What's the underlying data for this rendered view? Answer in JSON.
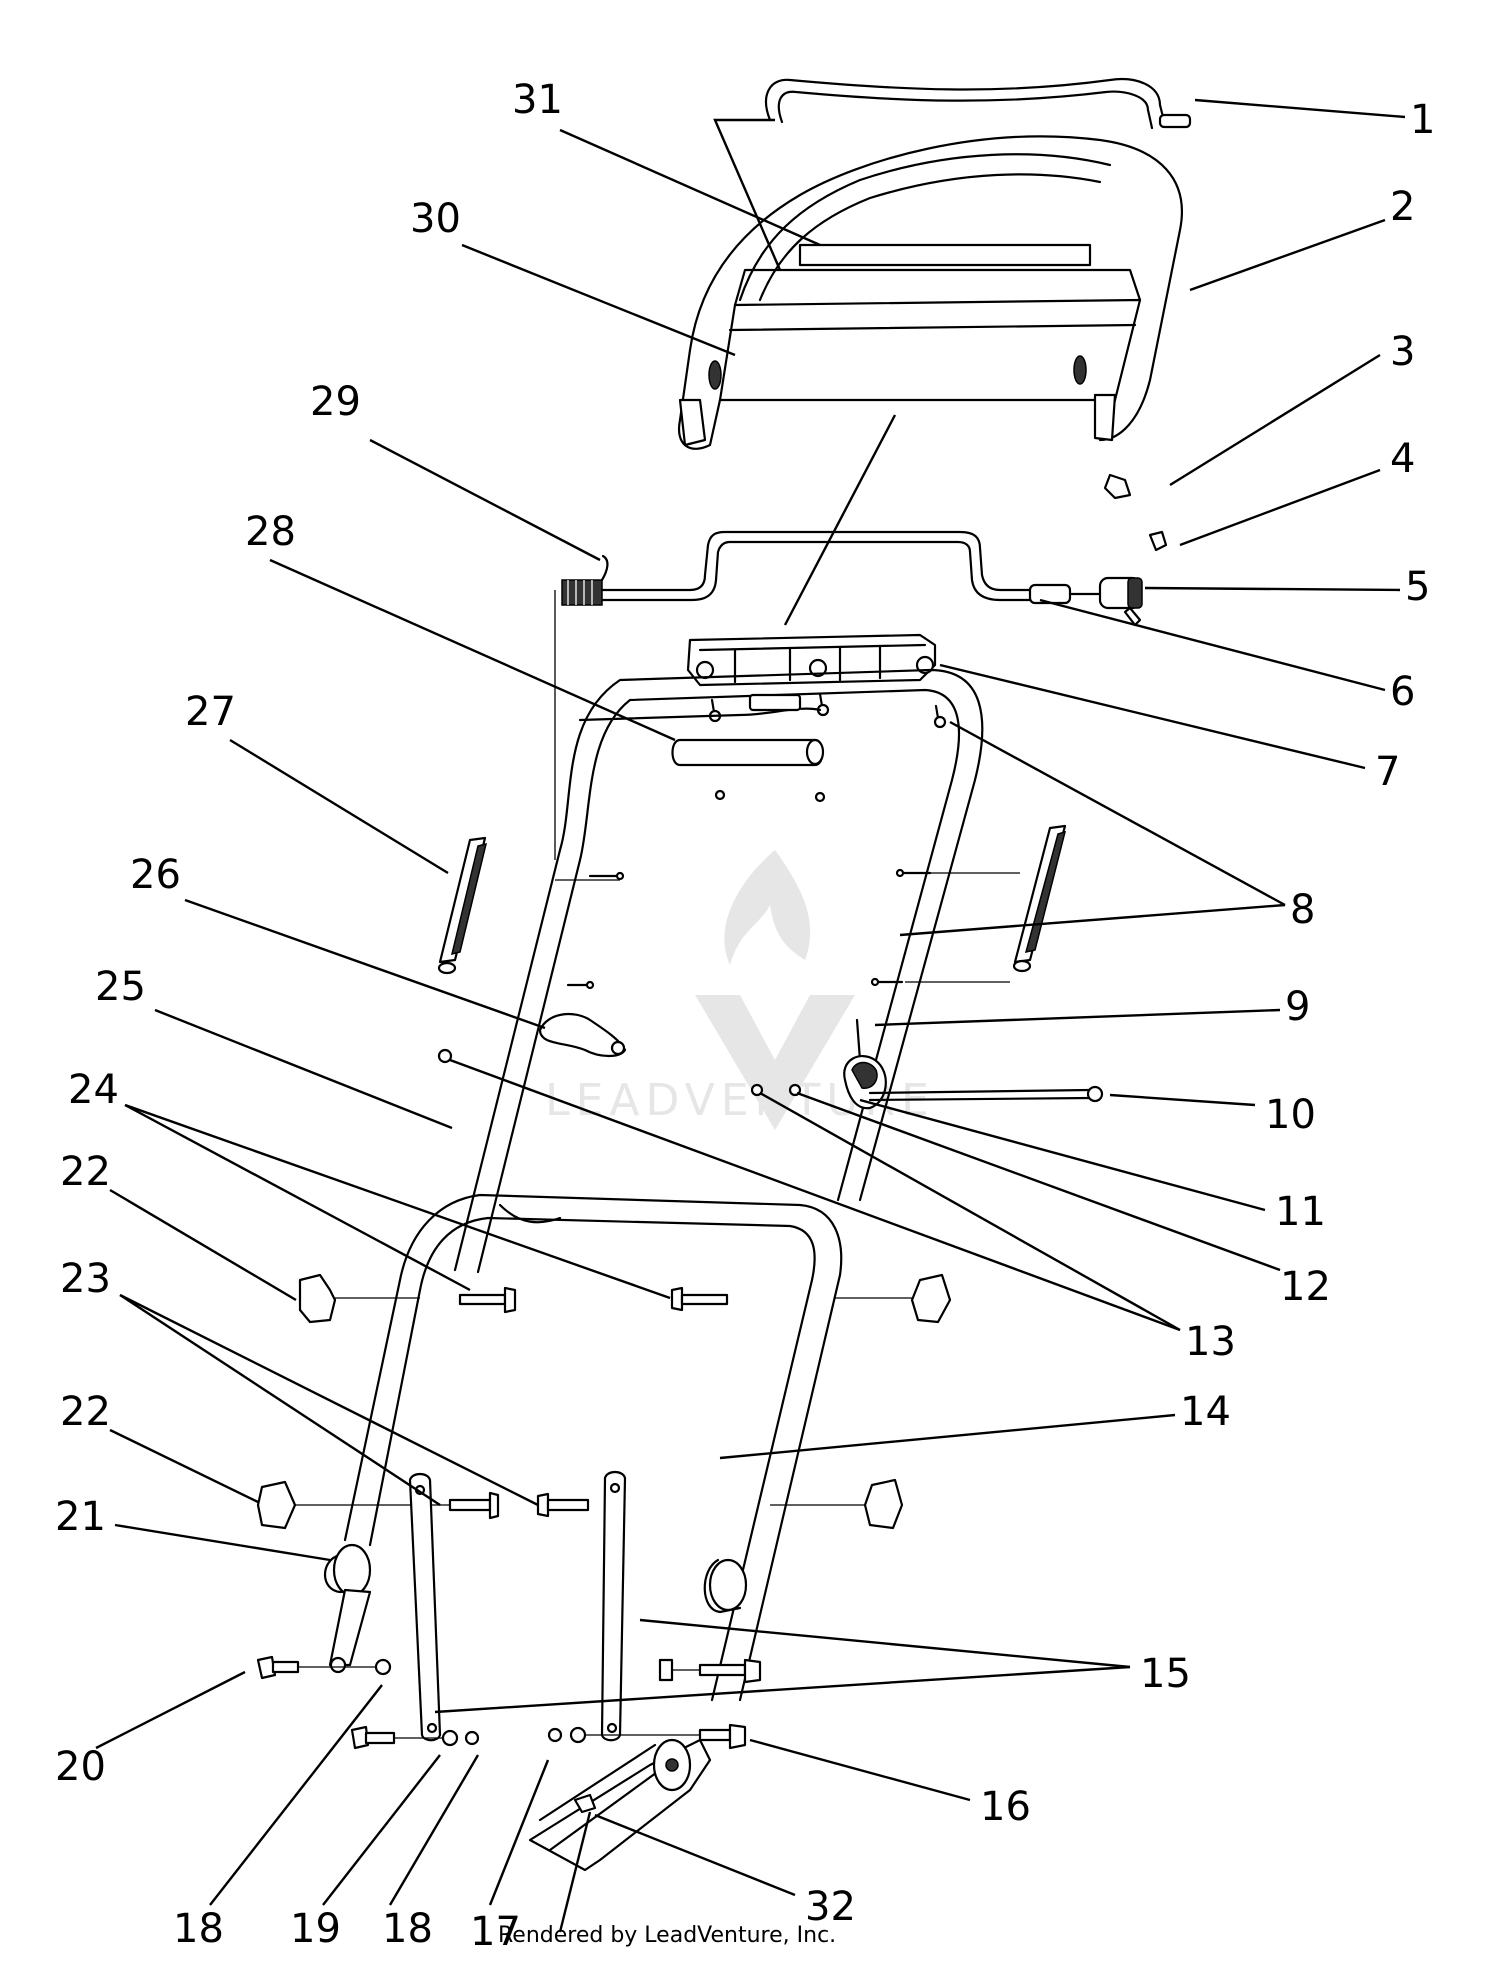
{
  "callouts": [
    {
      "id": "c1",
      "label": "1"
    },
    {
      "id": "c2",
      "label": "2"
    },
    {
      "id": "c3",
      "label": "3"
    },
    {
      "id": "c4",
      "label": "4"
    },
    {
      "id": "c5",
      "label": "5"
    },
    {
      "id": "c6",
      "label": "6"
    },
    {
      "id": "c7",
      "label": "7"
    },
    {
      "id": "c8",
      "label": "8"
    },
    {
      "id": "c9",
      "label": "9"
    },
    {
      "id": "c10",
      "label": "10"
    },
    {
      "id": "c11",
      "label": "11"
    },
    {
      "id": "c12",
      "label": "12"
    },
    {
      "id": "c13",
      "label": "13"
    },
    {
      "id": "c14",
      "label": "14"
    },
    {
      "id": "c15",
      "label": "15"
    },
    {
      "id": "c16",
      "label": "16"
    },
    {
      "id": "c17",
      "label": "17"
    },
    {
      "id": "c18a",
      "label": "18"
    },
    {
      "id": "c18b",
      "label": "18"
    },
    {
      "id": "c19",
      "label": "19"
    },
    {
      "id": "c20",
      "label": "20"
    },
    {
      "id": "c21",
      "label": "21"
    },
    {
      "id": "c22a",
      "label": "22"
    },
    {
      "id": "c22b",
      "label": "22"
    },
    {
      "id": "c23",
      "label": "23"
    },
    {
      "id": "c24",
      "label": "24"
    },
    {
      "id": "c25",
      "label": "25"
    },
    {
      "id": "c26",
      "label": "26"
    },
    {
      "id": "c27",
      "label": "27"
    },
    {
      "id": "c28",
      "label": "28"
    },
    {
      "id": "c29",
      "label": "29"
    },
    {
      "id": "c30",
      "label": "30"
    },
    {
      "id": "c31",
      "label": "31"
    },
    {
      "id": "c32",
      "label": "32"
    }
  ],
  "footer": {
    "credit": "Rendered by LeadVenture, Inc."
  },
  "watermark": {
    "text": "LEADVENTURE"
  }
}
